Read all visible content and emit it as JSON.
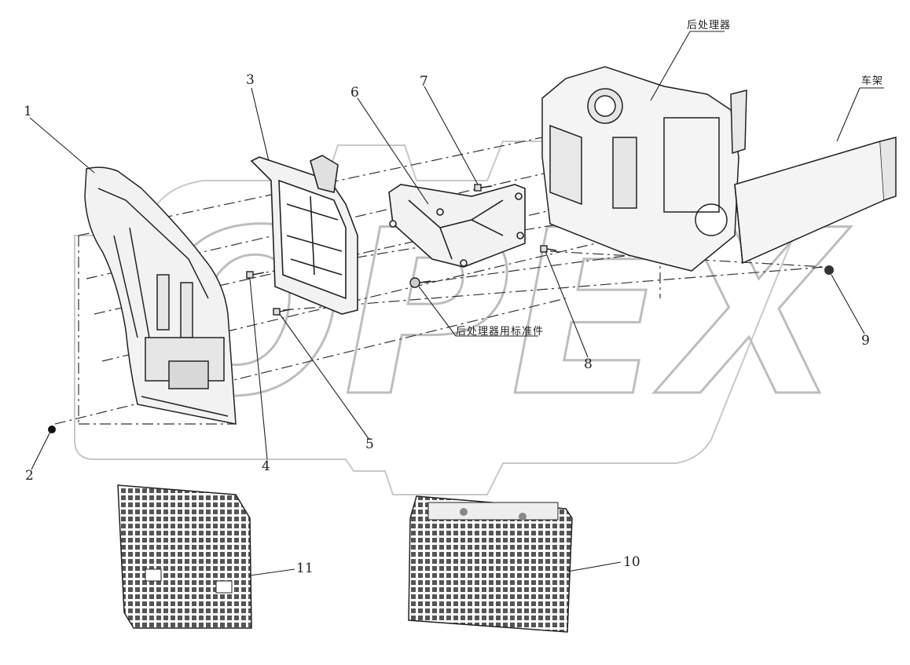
{
  "callouts": {
    "c1": "1",
    "c2": "2",
    "c3": "3",
    "c4": "4",
    "c5": "5",
    "c6": "6",
    "c7": "7",
    "c8": "8",
    "c9": "9",
    "c10": "10",
    "c11": "11"
  },
  "labels": {
    "aftertreatment": "后处理器",
    "frame": "车架",
    "standard_parts": "后处理器用标准件"
  },
  "watermark": "OPEX",
  "colors": {
    "line": "#222222",
    "watermark": "#bdbdbd",
    "part_fill": "#f2f2f2"
  }
}
